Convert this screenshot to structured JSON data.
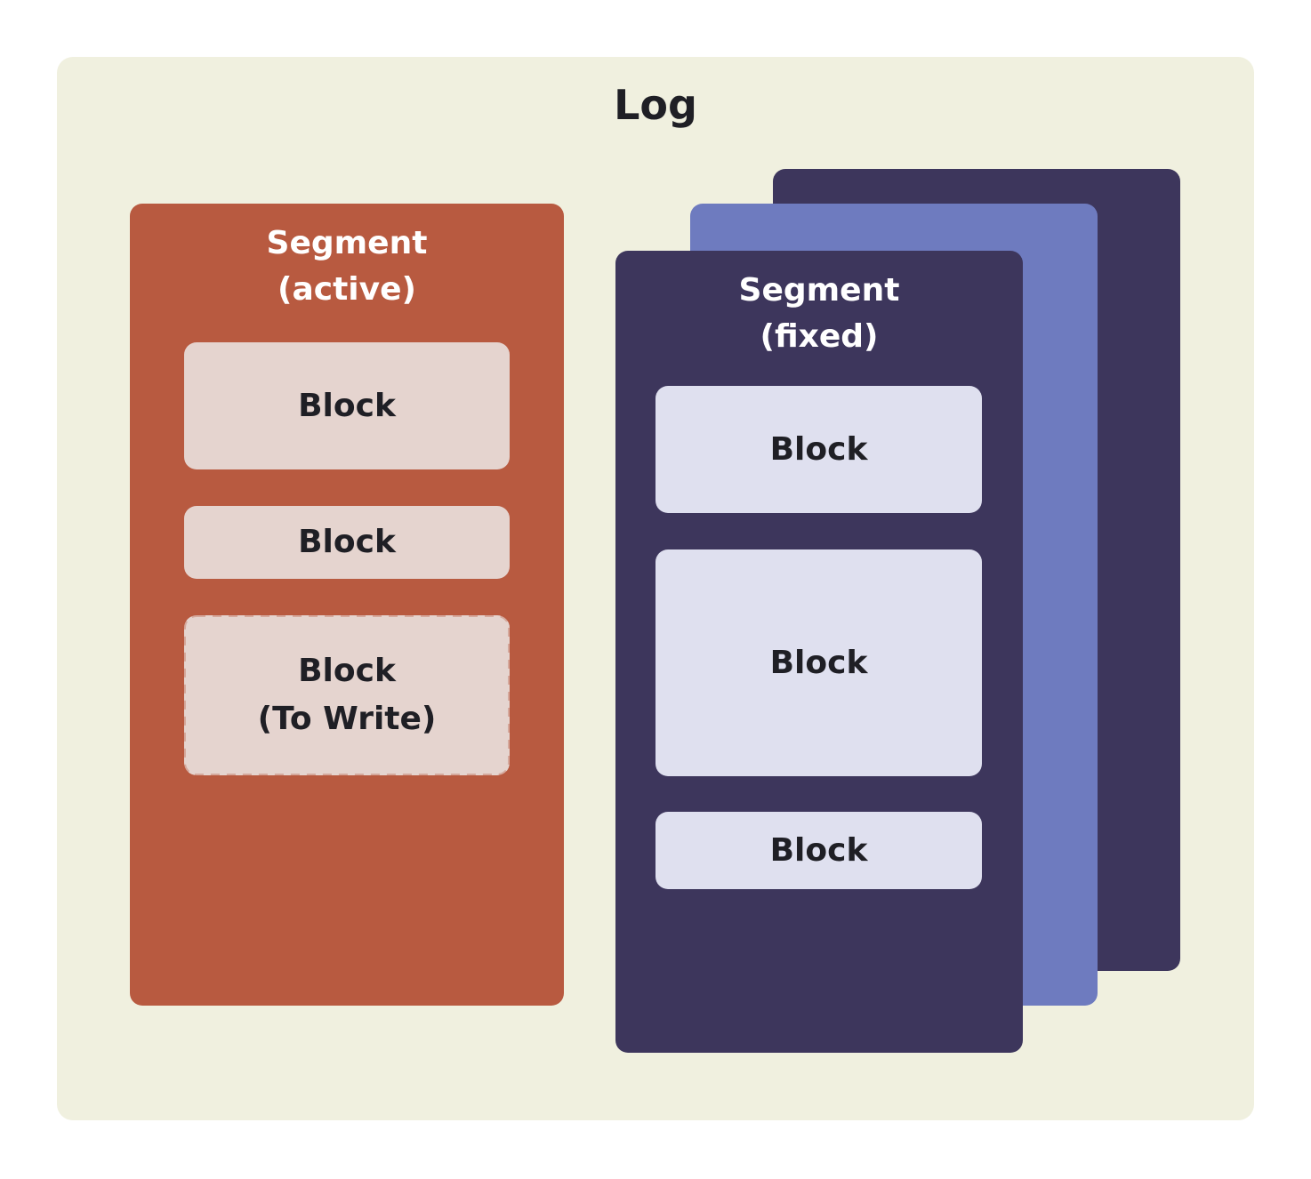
{
  "log": {
    "title": "Log"
  },
  "active_segment": {
    "title_line1": "Segment",
    "title_line2": "(active)",
    "blocks": [
      {
        "label": "Block"
      },
      {
        "label": "Block"
      },
      {
        "label_line1": "Block",
        "label_line2": "(To Write)"
      }
    ]
  },
  "fixed_segment": {
    "title_line1": "Segment",
    "title_line2": "(fixed)",
    "blocks": [
      {
        "label": "Block"
      },
      {
        "label": "Block"
      },
      {
        "label": "Block"
      }
    ]
  },
  "colors": {
    "log_background": "#f0f0df",
    "active_segment": "#b85a40",
    "active_block": "#e5d4cf",
    "fixed_segment": "#3d365c",
    "fixed_segment_middle_layer": "#6e7bbf",
    "fixed_block": "#dfe0ef"
  }
}
